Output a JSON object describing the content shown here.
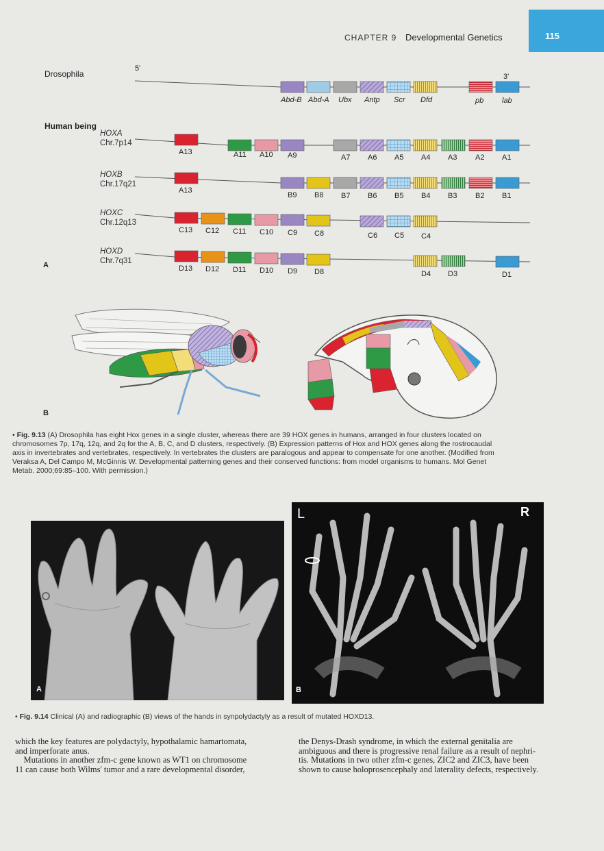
{
  "header": {
    "chapter": "CHAPTER 9",
    "title": "Developmental Genetics",
    "page_number": "115"
  },
  "hox_diagram": {
    "drosophila_label": "Drosophila",
    "human_label": "Human being",
    "five_prime": "5'",
    "three_prime": "3'",
    "drosophila_genes": [
      "Abd-B",
      "Abd-A",
      "Ubx",
      "Antp",
      "Scr",
      "Dfd",
      "pb",
      "lab"
    ],
    "clusters": [
      {
        "name": "HOXA",
        "chr": "Chr.7p14",
        "genes": [
          "A13",
          "A11",
          "A10",
          "A9",
          "A7",
          "A6",
          "A5",
          "A4",
          "A3",
          "A2",
          "A1"
        ]
      },
      {
        "name": "HOXB",
        "chr": "Chr.17q21",
        "genes": [
          "A13",
          "B9",
          "B8",
          "B7",
          "B6",
          "B5",
          "B4",
          "B3",
          "B2",
          "B1"
        ]
      },
      {
        "name": "HOXC",
        "chr": "Chr.12q13",
        "genes": [
          "C13",
          "C12",
          "C11",
          "C10",
          "C9",
          "C8",
          "C6",
          "C5",
          "C4"
        ]
      },
      {
        "name": "HOXD",
        "chr": "Chr.7q31",
        "genes": [
          "D13",
          "D12",
          "D11",
          "D10",
          "D9",
          "D8",
          "D4",
          "D3",
          "D1"
        ]
      }
    ],
    "panel_a": "A",
    "panel_b": "B",
    "colors": {
      "red": "#d9232e",
      "orange": "#e8921c",
      "green": "#2f9a46",
      "pink": "#e79aa6",
      "purple": "#9b86c4",
      "yellow": "#e3c51a",
      "gray": "#a8a8a8",
      "blue": "#3a9bd4",
      "lightblue": "#9fcbe7"
    }
  },
  "fig913_caption": {
    "label": "Fig. 9.13",
    "lines": [
      "(A) Drosophila has eight Hox genes in a single cluster, whereas there are 39 HOX genes in humans, arranged in four clusters located on",
      "chromosomes 7p, 17q, 12q, and 2q for the A, B, C, and D clusters, respectively. (B) Expression patterns of Hox and HOX genes along the rostrocaudal",
      "axis in invertebrates and vertebrates, respectively. In vertebrates the clusters are paralogous and appear to compensate for one another. (Modified from",
      "Veraksa A, Del Campo M, McGinnis W. Developmental patterning genes and their conserved functions: from model organisms to humans. Mol Genet",
      "Metab. 2000;69:85–100. With permission.)"
    ]
  },
  "fig914": {
    "photo_letter": "A",
    "xray_letter": "B",
    "xray_left_marker": "L",
    "xray_right_marker": "R",
    "caption_label": "Fig. 9.14",
    "caption_text": "Clinical (A) and radiographic (B) views of the hands in synpolydactyly as a result of mutated HOXD13."
  },
  "body_text": {
    "left": [
      "which the key features are polydactyly, hypothalamic hamartomata,",
      "and imperforate anus.",
      "    Mutations in another zfm-c gene known as WT1 on chromosome",
      "11 can cause both Wilms' tumor and a rare developmental disorder,"
    ],
    "right": [
      "the Denys-Drash syndrome, in which the external genitalia are",
      "ambiguous and there is progressive renal failure as a result of nephri-",
      "tis. Mutations in two other zfm-c genes, ZIC2 and ZIC3, have been",
      "shown to cause holoprosencephaly and laterality defects, respectively."
    ]
  }
}
